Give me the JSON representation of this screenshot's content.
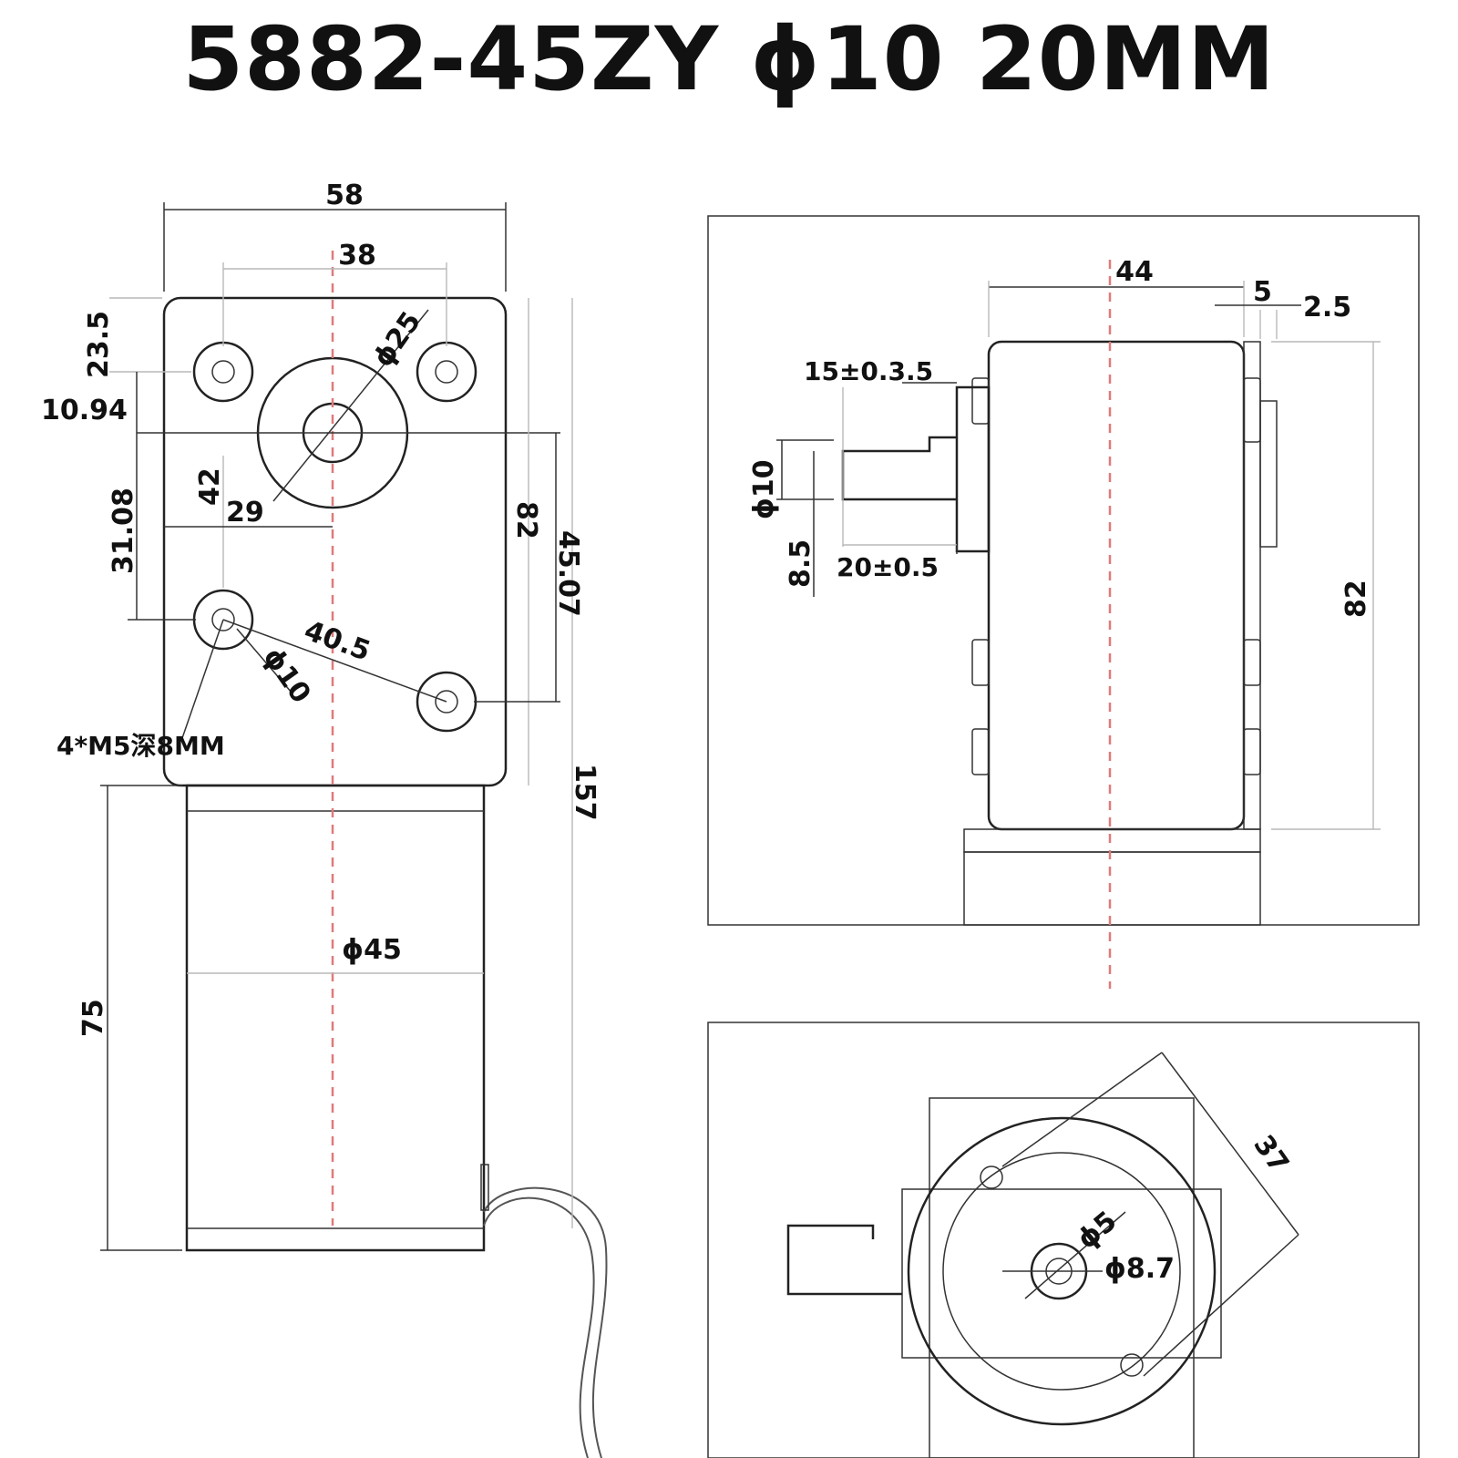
{
  "title": "5882-45ZY ϕ10  20MM",
  "front_view": {
    "width": "58",
    "hole_spacing": "38",
    "flange_dia": "ϕ25",
    "top_offset": "23.5",
    "hole_offset": "10.94",
    "dist_42": "42",
    "dist_29": "29",
    "dist_31": "31.08",
    "height": "82",
    "dist_45": "45.07",
    "diag": "40.5",
    "hole_dia": "ϕ10",
    "thread_note": "4*M5深8MM",
    "total_length": "157",
    "motor_dia": "ϕ45",
    "motor_length": "75"
  },
  "side_view": {
    "depth": "44",
    "dim_5": "5",
    "dim_2_5": "2.5",
    "tol_15": "15±0.3.5",
    "shaft_dia": "ϕ10",
    "flat": "8.5",
    "tol_20": "20±0.5",
    "height": "82"
  },
  "bottom_view": {
    "hole_spacing": "37",
    "inner_dia": "ϕ5",
    "outer_dia": "ϕ8.7"
  }
}
